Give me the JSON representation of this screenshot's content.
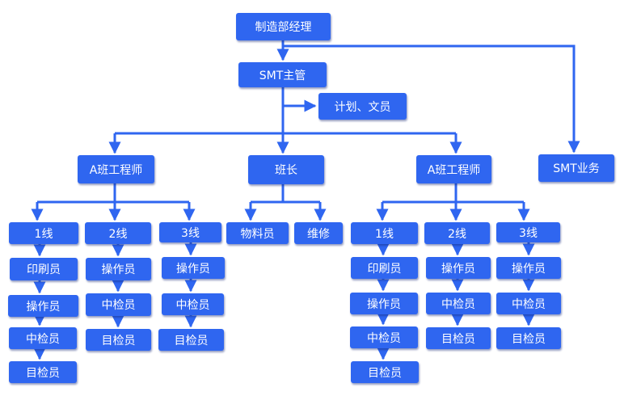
{
  "diagram": {
    "type": "org-chart",
    "line_color": "#2f66f0",
    "box_color": "#2f66f0",
    "text_color": "#ffffff",
    "nodes": {
      "mfg_manager": "制造部经理",
      "smt_supervisor": "SMT主管",
      "planning_clerk": "计划、文员",
      "smt_sales": "SMT业务",
      "left_engineer": "A班工程师",
      "team_leader": "班长",
      "right_engineer": "A班工程师",
      "material_clerk": "物料员",
      "maintenance": "维修",
      "l_line1": "1线",
      "l_line2": "2线",
      "l_line3": "3线",
      "l1_printer": "印刷员",
      "l1_operator": "操作员",
      "l1_mid_inspector": "中检员",
      "l1_visual_inspector": "目检员",
      "l2_operator": "操作员",
      "l2_mid_inspector": "中检员",
      "l2_visual_inspector": "目检员",
      "l3_operator": "操作员",
      "l3_mid_inspector": "中检员",
      "l3_visual_inspector": "目检员",
      "r_line1": "1线",
      "r_line2": "2线",
      "r_line3": "3线",
      "r1_printer": "印刷员",
      "r1_operator": "操作员",
      "r1_mid_inspector": "中检员",
      "r1_visual_inspector": "目检员",
      "r2_operator": "操作员",
      "r2_mid_inspector": "中检员",
      "r2_visual_inspector": "目检员",
      "r3_operator": "操作员",
      "r3_mid_inspector": "中检员",
      "r3_visual_inspector": "目检员"
    }
  }
}
